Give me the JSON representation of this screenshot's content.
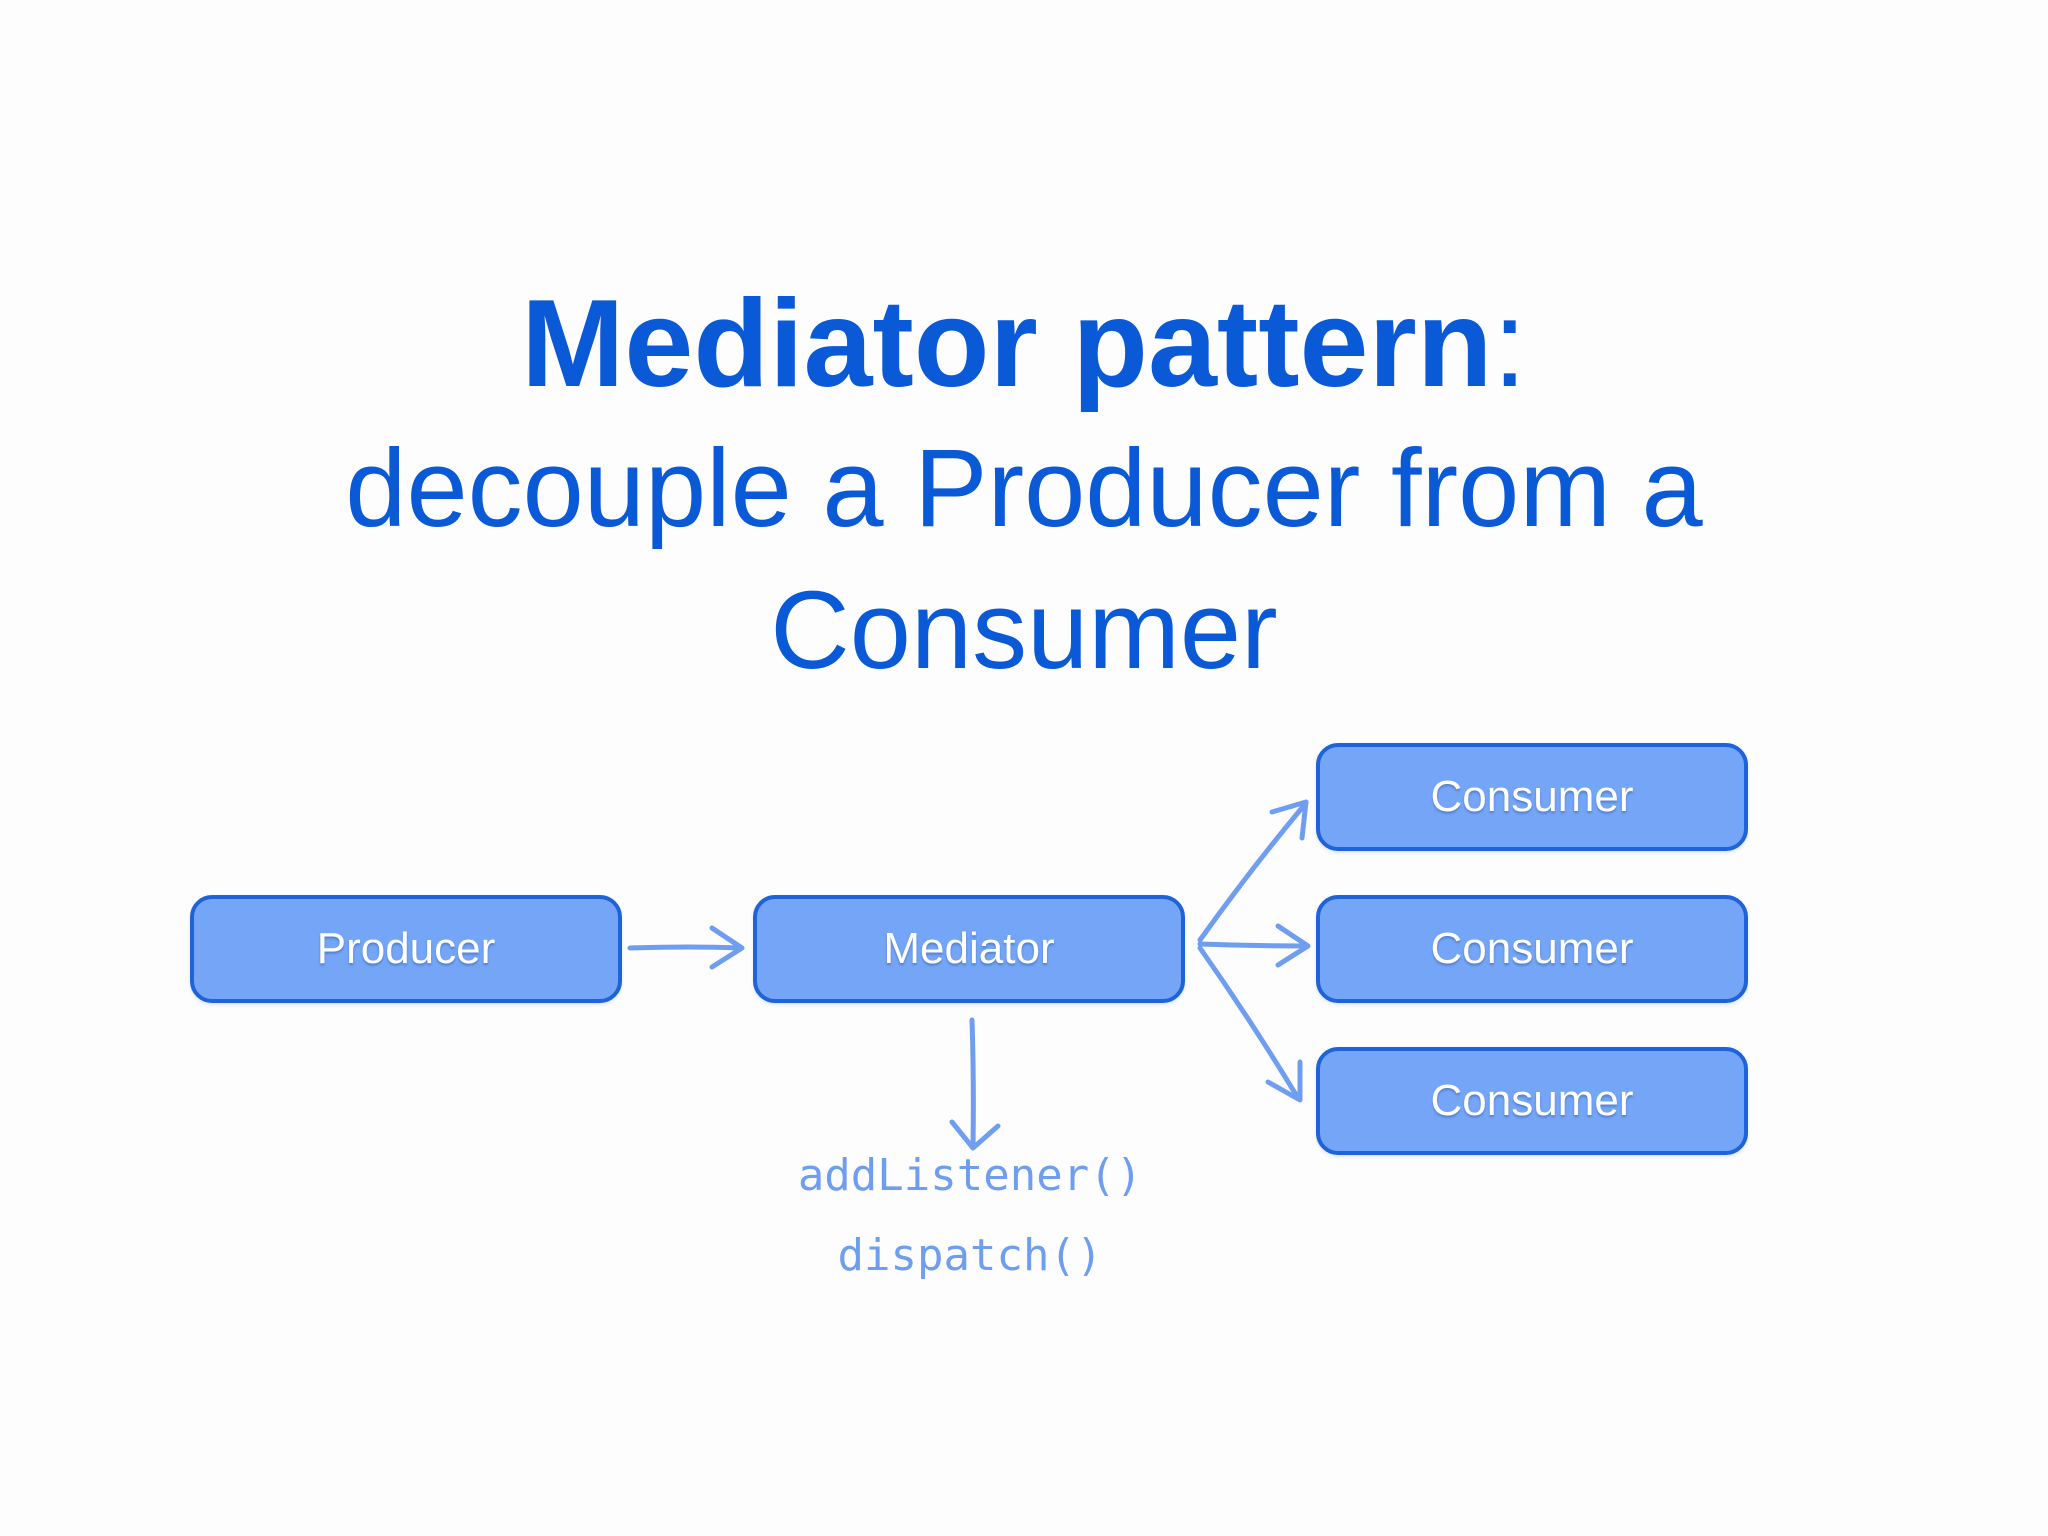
{
  "slide": {
    "title_bold": "Mediator pattern",
    "title_colon": ":",
    "subtitle_line1": "decouple a Producer from a",
    "subtitle_line2": "Consumer"
  },
  "diagram": {
    "producer_label": "Producer",
    "mediator_label": "Mediator",
    "consumers": [
      "Consumer",
      "Consumer",
      "Consumer"
    ],
    "methods": [
      "addListener()",
      "dispatch()"
    ]
  },
  "colors": {
    "title": "#0a59d6",
    "box_fill": "#74a5f6",
    "box_border": "#1f63d8",
    "arrow": "#6f9ef0"
  }
}
